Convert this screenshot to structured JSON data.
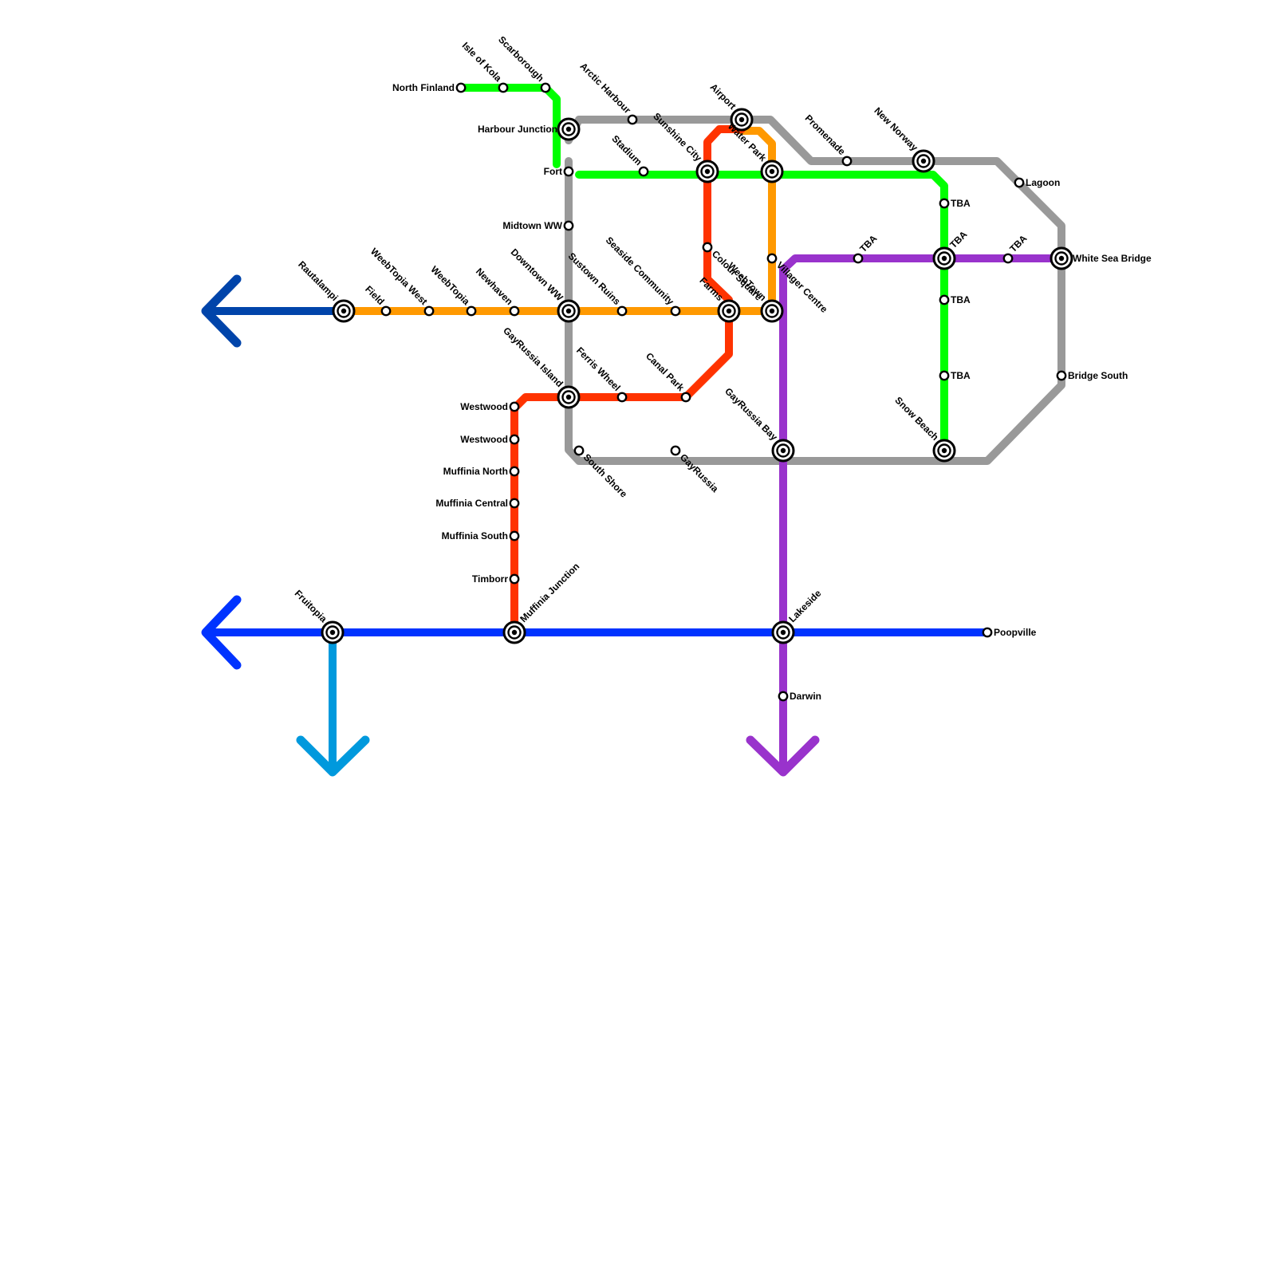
{
  "lines": [
    {
      "name": "Grey",
      "color": "#999999"
    },
    {
      "name": "Green",
      "color": "#00ff00"
    },
    {
      "name": "Orange",
      "color": "#ff9900"
    },
    {
      "name": "Red",
      "color": "#ff3300"
    },
    {
      "name": "Purple",
      "color": "#9933cc"
    },
    {
      "name": "Blue",
      "color": "#0033ff"
    },
    {
      "name": "Dark Blue",
      "color": "#0044aa"
    },
    {
      "name": "Light Blue",
      "color": "#0099dd"
    }
  ],
  "stations": [
    {
      "id": "north-finland",
      "label": "North Finland",
      "type": "stop"
    },
    {
      "id": "isle-of-kola",
      "label": "Isle of Kola",
      "type": "stop"
    },
    {
      "id": "scarborough",
      "label": "Scarborough",
      "type": "stop"
    },
    {
      "id": "harbour-junction",
      "label": "Harbour Junction",
      "type": "interchange"
    },
    {
      "id": "fort",
      "label": "Fort",
      "type": "stop"
    },
    {
      "id": "arctic-harbour",
      "label": "Arctic Harbour",
      "type": "stop"
    },
    {
      "id": "stadium",
      "label": "Stadium",
      "type": "stop"
    },
    {
      "id": "sunshine-city",
      "label": "Sunshine City",
      "type": "interchange"
    },
    {
      "id": "airport",
      "label": "Airport",
      "type": "interchange"
    },
    {
      "id": "water-park",
      "label": "Water Park",
      "type": "interchange"
    },
    {
      "id": "promenade",
      "label": "Promenade",
      "type": "stop"
    },
    {
      "id": "new-norway",
      "label": "New Norway",
      "type": "interchange"
    },
    {
      "id": "lagoon",
      "label": "Lagoon",
      "type": "stop"
    },
    {
      "id": "tba-1",
      "label": "TBA",
      "type": "stop"
    },
    {
      "id": "midtown-ww",
      "label": "Midtown WW",
      "type": "stop"
    },
    {
      "id": "colour-square",
      "label": "Colour Square",
      "type": "stop"
    },
    {
      "id": "villager-centre",
      "label": "Villager Centre",
      "type": "stop"
    },
    {
      "id": "tba-2",
      "label": "TBA",
      "type": "stop"
    },
    {
      "id": "tba-3",
      "label": "TBA",
      "type": "interchange"
    },
    {
      "id": "tba-4",
      "label": "TBA",
      "type": "stop"
    },
    {
      "id": "white-sea-bridge",
      "label": "White Sea Bridge",
      "type": "interchange"
    },
    {
      "id": "rautalampi",
      "label": "Rautalampi",
      "type": "interchange"
    },
    {
      "id": "field",
      "label": "Field",
      "type": "stop"
    },
    {
      "id": "weebtopia-west",
      "label": "WeebTopia West",
      "type": "stop"
    },
    {
      "id": "weebtopia",
      "label": "WeebTopia",
      "type": "stop"
    },
    {
      "id": "newhaven",
      "label": "Newhaven",
      "type": "stop"
    },
    {
      "id": "downtown-ww",
      "label": "Downtown WW",
      "type": "interchange"
    },
    {
      "id": "sustown-ruins",
      "label": "Sustown Ruins",
      "type": "stop"
    },
    {
      "id": "seaside-community",
      "label": "Seaside Community",
      "type": "stop"
    },
    {
      "id": "farms",
      "label": "Farms",
      "type": "interchange"
    },
    {
      "id": "weebtown",
      "label": "WeebTown",
      "type": "interchange"
    },
    {
      "id": "tba-5",
      "label": "TBA",
      "type": "stop"
    },
    {
      "id": "tba-6",
      "label": "TBA",
      "type": "stop"
    },
    {
      "id": "bridge-south",
      "label": "Bridge South",
      "type": "stop"
    },
    {
      "id": "gayrussia-island",
      "label": "GayRussia Island",
      "type": "interchange"
    },
    {
      "id": "ferris-wheel",
      "label": "Ferris Wheel",
      "type": "stop"
    },
    {
      "id": "canal-park",
      "label": "Canal Park",
      "type": "stop"
    },
    {
      "id": "westwood-1",
      "label": "Westwood",
      "type": "stop"
    },
    {
      "id": "westwood-2",
      "label": "Westwood",
      "type": "stop"
    },
    {
      "id": "south-shore",
      "label": "South Shore",
      "type": "stop"
    },
    {
      "id": "gayrussia",
      "label": "GayRussia",
      "type": "stop"
    },
    {
      "id": "gayrussia-bay",
      "label": "GayRussia Bay",
      "type": "interchange"
    },
    {
      "id": "snow-beach",
      "label": "Snow Beach",
      "type": "interchange"
    },
    {
      "id": "muffinia-north",
      "label": "Muffinia North",
      "type": "stop"
    },
    {
      "id": "muffinia-central",
      "label": "Muffinia Central",
      "type": "stop"
    },
    {
      "id": "muffinia-south",
      "label": "Muffinia South",
      "type": "stop"
    },
    {
      "id": "timborr",
      "label": "Timborr",
      "type": "stop"
    },
    {
      "id": "fruitopia",
      "label": "Fruitopia",
      "type": "interchange"
    },
    {
      "id": "muffinia-junction",
      "label": "Muffinia Junction",
      "type": "interchange"
    },
    {
      "id": "lakeside",
      "label": "Lakeside",
      "type": "interchange"
    },
    {
      "id": "poopville",
      "label": "Poopville",
      "type": "stop"
    },
    {
      "id": "darwin",
      "label": "Darwin",
      "type": "stop"
    }
  ]
}
